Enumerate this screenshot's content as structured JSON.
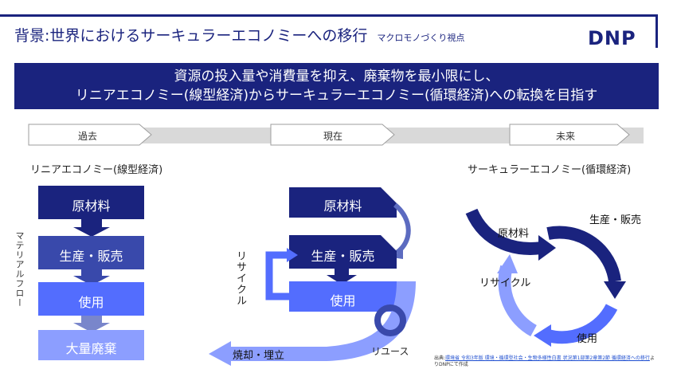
{
  "header": {
    "title": "背景:世界におけるサーキュラーエコノミーへの移行",
    "subtitle": "マクロモノづくり視点",
    "logo": "DNP"
  },
  "banner": {
    "line1": "資源の投入量や消費量を抑え、廃棄物を最小限にし、",
    "line2": "リニアエコノミー(線型経済)からサーキュラーエコノミー(循環経済)への転換を目指す"
  },
  "timeline": {
    "past": "過去",
    "present": "現在",
    "future": "未来"
  },
  "linear": {
    "heading": "リニアエコノミー(線型経済)",
    "side_label": "マテリアルフロー",
    "steps": [
      "原材料",
      "生産・販売",
      "使用",
      "大量廃棄"
    ]
  },
  "present": {
    "raw": "原材料",
    "production": "生産・販売",
    "use": "使用",
    "recycle": "リサイクル",
    "disposal": "焼却・埋立",
    "reuse": "リユース"
  },
  "circular": {
    "heading": "サーキュラーエコノミー(循環経済)",
    "raw": "原材料",
    "production": "生産・販売",
    "recycle": "リサイクル",
    "use": "使用"
  },
  "source": {
    "prefix": "出典:",
    "link": "環境省 令和3年版 環境・循環型社会・生物多様性白書 状況第1部第2章第2節 循環経済への移行",
    "suffix": "よりDNPにて作成"
  },
  "colors": {
    "navy": "#1a237e",
    "blue": "#3d5afe",
    "mid_blue": "#536dfe",
    "light_blue": "#8c9eff"
  }
}
